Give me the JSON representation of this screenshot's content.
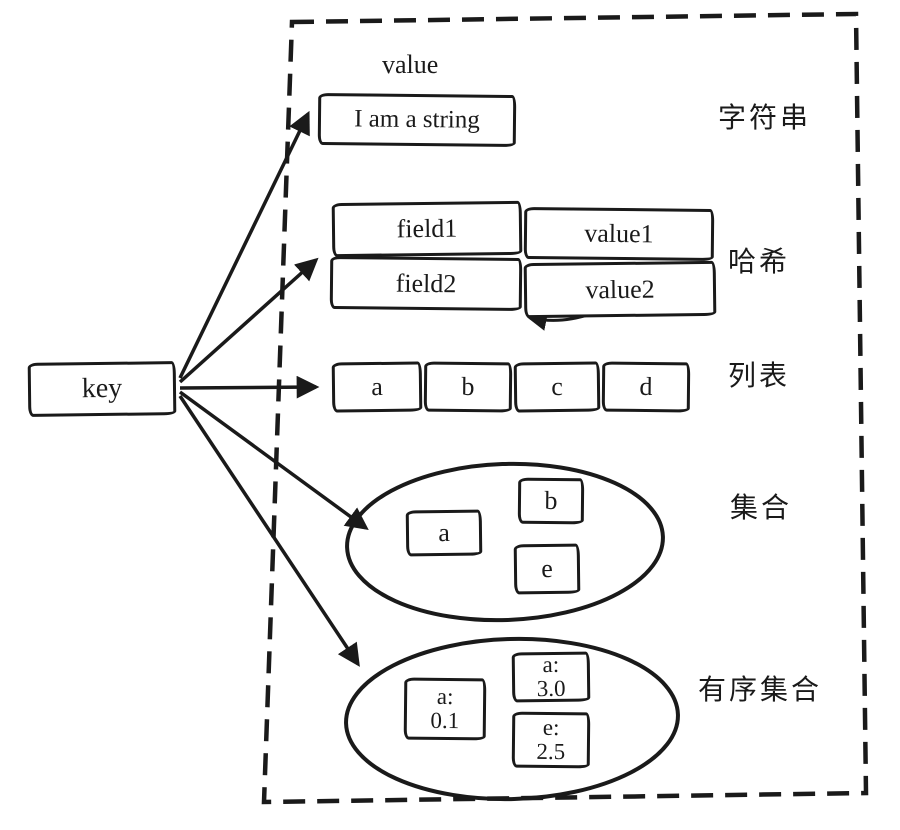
{
  "diagram": {
    "key": {
      "label": "key"
    },
    "value_caption": "value",
    "string": {
      "text": "I am a string",
      "type_label": "字符串"
    },
    "hash": {
      "type_label": "哈希",
      "rows": [
        {
          "field": "field1",
          "value": "value1"
        },
        {
          "field": "field2",
          "value": "value2"
        }
      ]
    },
    "list": {
      "type_label": "列表",
      "items": [
        "a",
        "b",
        "c",
        "d"
      ]
    },
    "set": {
      "type_label": "集合",
      "items": [
        "a",
        "b",
        "e"
      ]
    },
    "sorted_set": {
      "type_label": "有序集合",
      "members": [
        {
          "member": "a:",
          "score": "0.1"
        },
        {
          "member": "a:",
          "score": "3.0"
        },
        {
          "member": "e:",
          "score": "2.5"
        }
      ]
    },
    "colors": {
      "ink": "#1a1a1a",
      "background": "#ffffff"
    }
  }
}
